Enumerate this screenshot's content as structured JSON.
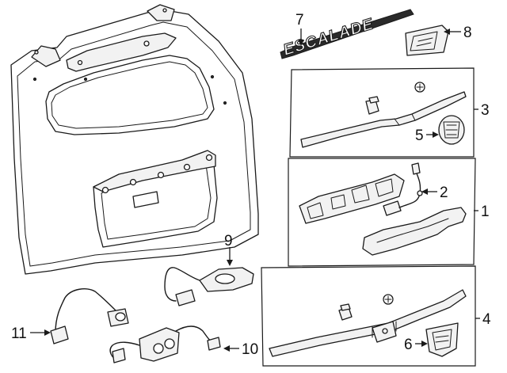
{
  "callouts": {
    "c1": "1",
    "c2": "2",
    "c3": "3",
    "c4": "4",
    "c5": "5",
    "c6": "6",
    "c7": "7",
    "c8": "8",
    "c9": "9",
    "c10": "10",
    "c11": "11"
  },
  "emblem_text": "ESCALADE"
}
